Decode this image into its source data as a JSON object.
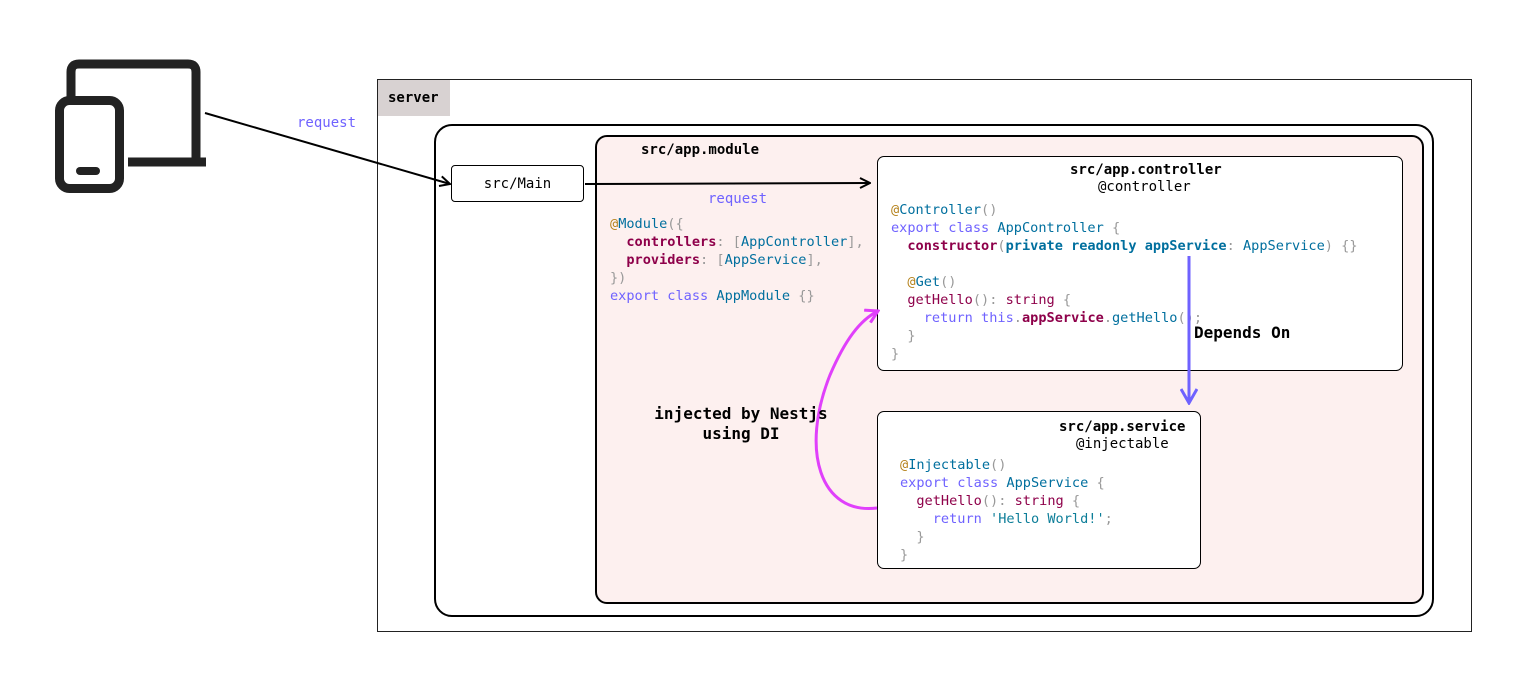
{
  "client": {
    "icon": "devices-icon"
  },
  "server": {
    "label": "server"
  },
  "main_box": {
    "label": "src/Main"
  },
  "arrows": {
    "client_request": "request",
    "main_request": "request",
    "depends_on": "Depends On",
    "injected_line1": "injected by Nestjs",
    "injected_line2": "using DI"
  },
  "module": {
    "title": "src/app.module",
    "code": {
      "l1_at": "@",
      "l1_name": "Module",
      "l1_rest": "({",
      "l2_prop": "controllers",
      "l2_p1": ": [",
      "l2_val": "AppController",
      "l2_p2": "],",
      "l3_prop": "providers",
      "l3_p1": ": [",
      "l3_val": "AppService",
      "l3_p2": "],",
      "l4": "})",
      "l5_kw": "export class",
      "l5_name": "AppModule",
      "l5_rest": "{}"
    }
  },
  "controller": {
    "title": "src/app.controller",
    "subtitle": "@controller",
    "code": {
      "l1_at": "@",
      "l1_name": "Controller",
      "l1_rest": "()",
      "l2_kw": "export class",
      "l2_name": "AppController",
      "l2_rest": "{",
      "l3_ctor": "constructor",
      "l3_p1": "(",
      "l3_mods": "private readonly appService",
      "l3_colon": ":",
      "l3_type": "AppService",
      "l3_p2": ") {}",
      "l4_at": "@",
      "l4_name": "Get",
      "l4_rest": "()",
      "l5_meth": "getHello",
      "l5_p1": "():",
      "l5_type": "string",
      "l5_p2": "{",
      "l6_kw": "return this",
      "l6_dot": ".",
      "l6_prop": "appService",
      "l6_dot2": ".",
      "l6_meth": "getHello",
      "l6_rest": "();",
      "l7": "}",
      "l8": "}"
    }
  },
  "service": {
    "title": "src/app.service",
    "subtitle": "@injectable",
    "code": {
      "l1_at": "@",
      "l1_name": "Injectable",
      "l1_rest": "()",
      "l2_kw": "export class",
      "l2_name": "AppService",
      "l2_rest": "{",
      "l3_meth": "getHello",
      "l3_p1": "():",
      "l3_type": "string",
      "l3_p2": "{",
      "l4_kw": "return",
      "l4_str": "'Hello World!'",
      "l4_rest": ";",
      "l5": "}",
      "l6": "}"
    }
  },
  "colors": {
    "request_label": "#6f62ff",
    "depends_arrow": "#6f62ff",
    "inject_arrow": "#e040fb",
    "module_bg": "#fdf0ef",
    "server_tag_bg": "#d8d2d2"
  }
}
